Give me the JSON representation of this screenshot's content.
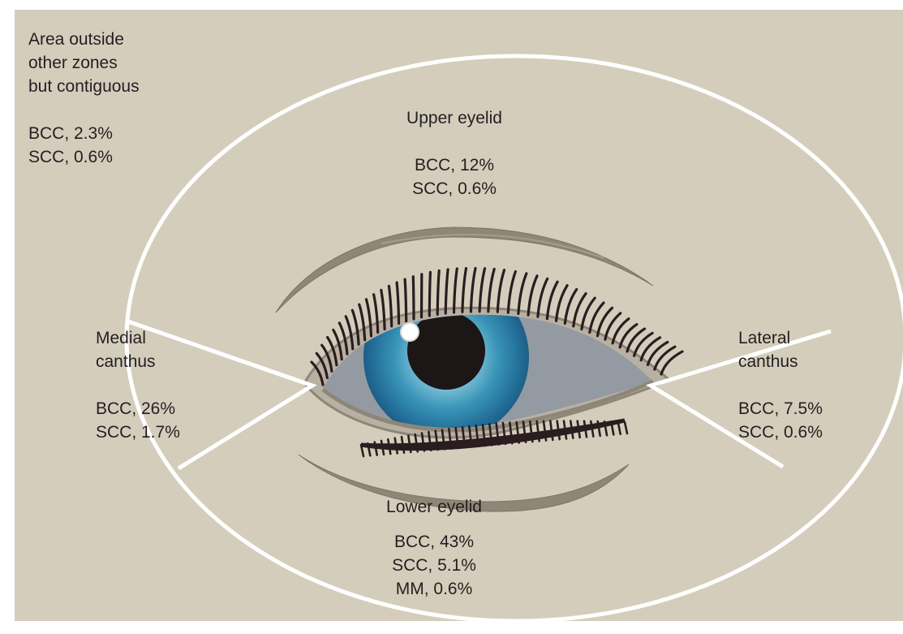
{
  "colors": {
    "background": "#d5cdbc",
    "zone_lines": "#ffffff",
    "text": "#231f20",
    "iris": "#2f86a6",
    "pupil": "#1c1617",
    "sclera": "#949aa1",
    "lashes": "#2a1d20",
    "lid_fold": "#8e8676"
  },
  "zones": {
    "outside": {
      "name_lines": [
        "Area outside",
        "other zones",
        "but contiguous"
      ],
      "stats": [
        "BCC, 2.3%",
        "SCC, 0.6%"
      ]
    },
    "upper_eyelid": {
      "name_lines": [
        "Upper eyelid"
      ],
      "stats": [
        "BCC, 12%",
        "SCC, 0.6%"
      ]
    },
    "medial_canthus": {
      "name_lines": [
        "Medial",
        "canthus"
      ],
      "stats": [
        "BCC, 26%",
        "SCC, 1.7%"
      ]
    },
    "lateral_canthus": {
      "name_lines": [
        "Lateral",
        "canthus"
      ],
      "stats": [
        "BCC, 7.5%",
        "SCC, 0.6%"
      ]
    },
    "lower_eyelid": {
      "name_lines": [
        "Lower eyelid"
      ],
      "stats": [
        "BCC, 43%",
        "SCC, 5.1%",
        "MM, 0.6%"
      ]
    }
  }
}
